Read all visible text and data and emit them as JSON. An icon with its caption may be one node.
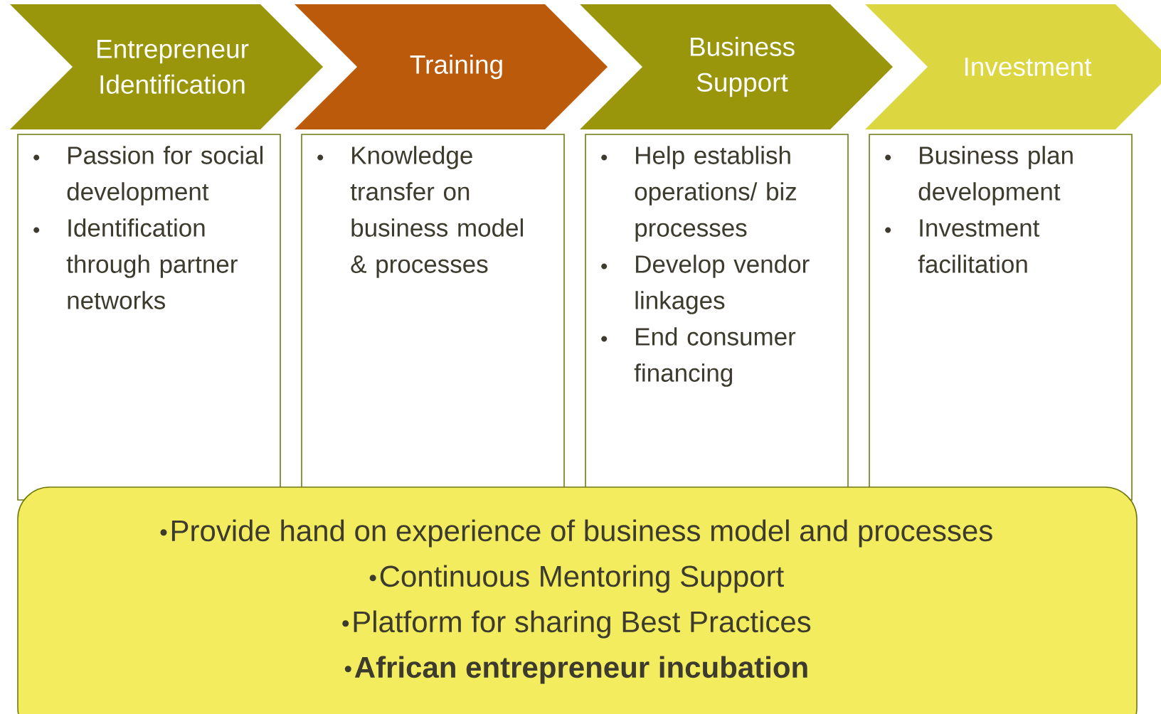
{
  "diagram": {
    "nodes": [
      {
        "text": [
          "Entrepreneur Identification"
        ]
      },
      {
        "text": [
          "Training"
        ]
      },
      {
        "text": [
          "Business Support"
        ]
      },
      {
        "text": [
          "Investment"
        ]
      },
      {
        "text": [
          "Passion for social development",
          "Identification through partner networks"
        ]
      },
      {
        "text": [
          "Knowledge transfer on business model & processes"
        ]
      },
      {
        "text": [
          "Help establish operations/ biz processes",
          "Develop vendor linkages",
          "End consumer financing"
        ]
      },
      {
        "text": [
          "Business plan development",
          "Investment facilitation"
        ]
      },
      {
        "text": [
          "Provide hand on experience of business model and processes",
          "Continuous Mentoring Support",
          "Platform for sharing Best Practices",
          "African entrepreneur incubation"
        ]
      }
    ]
  }
}
